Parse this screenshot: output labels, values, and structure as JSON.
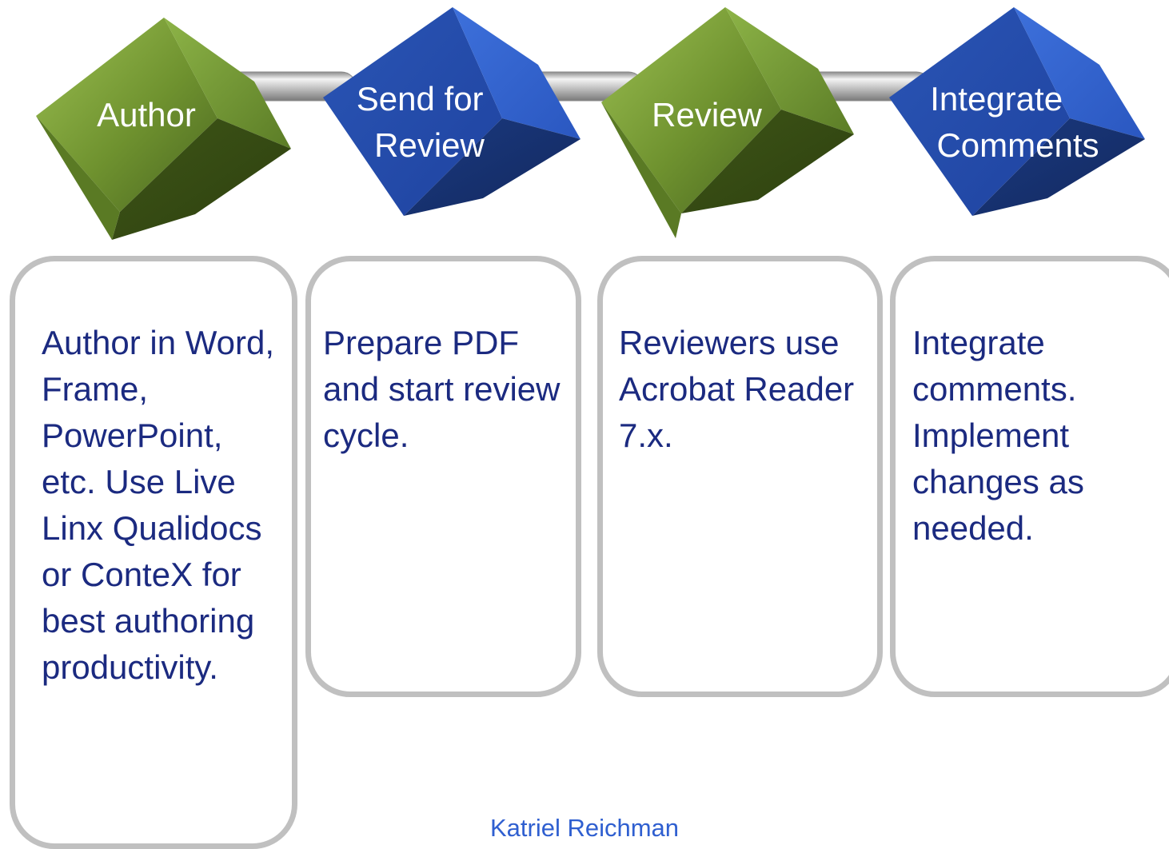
{
  "steps": [
    {
      "label_lines": [
        "Author"
      ],
      "color": "green",
      "description": "Author in Word, Frame, PowerPoint, etc. Use Live Linx Qualidocs or ConteX for best authoring productivity."
    },
    {
      "label_lines": [
        "Send for",
        "Review"
      ],
      "color": "blue",
      "description": "Prepare PDF and start review cycle."
    },
    {
      "label_lines": [
        "Review"
      ],
      "color": "green",
      "description": "Reviewers use Acrobat Reader 7.x."
    },
    {
      "label_lines": [
        "Integrate",
        "Comments"
      ],
      "color": "blue",
      "description": "Integrate comments. Implement changes as needed."
    }
  ],
  "footer": {
    "author": "Katriel Reichman"
  },
  "colors": {
    "green_front": "#7da23a",
    "green_side": "#465f1c",
    "green_light": "#a0c05a",
    "blue_front": "#2a55b5",
    "blue_side": "#1a3678",
    "blue_light": "#3f70d8",
    "card_border": "#c0c0c0",
    "card_text": "#1b2a80",
    "footer_text": "#2f5fd0"
  }
}
